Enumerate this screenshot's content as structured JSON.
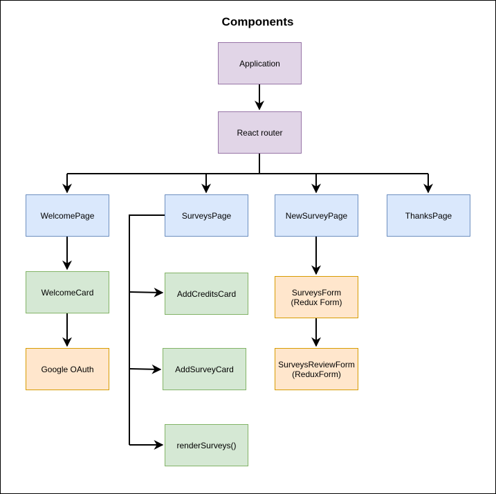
{
  "title": "Components",
  "nodes": {
    "application": "Application",
    "react_router": "React router",
    "welcome_page": "WelcomePage",
    "surveys_page": "SurveysPage",
    "new_survey_page": "NewSurveyPage",
    "thanks_page": "ThanksPage",
    "welcome_card": "WelcomeCard",
    "google_oauth": "Google OAuth",
    "add_credits_card": "AddCreditsCard",
    "add_survey_card": "AddSurveyCard",
    "render_surveys": "renderSurveys()",
    "surveys_form": "SurveysForm\n(Redux Form)",
    "surveys_review_form": "SurveysReviewForm\n(ReduxForm)"
  },
  "colors": {
    "purple_fill": "#e1d5e7",
    "purple_stroke": "#9673a6",
    "blue_fill": "#dae8fc",
    "blue_stroke": "#6c8ebf",
    "green_fill": "#d5e8d4",
    "green_stroke": "#82b366",
    "orange_fill": "#ffe6cc",
    "orange_stroke": "#d79b00",
    "edge": "#000000"
  }
}
